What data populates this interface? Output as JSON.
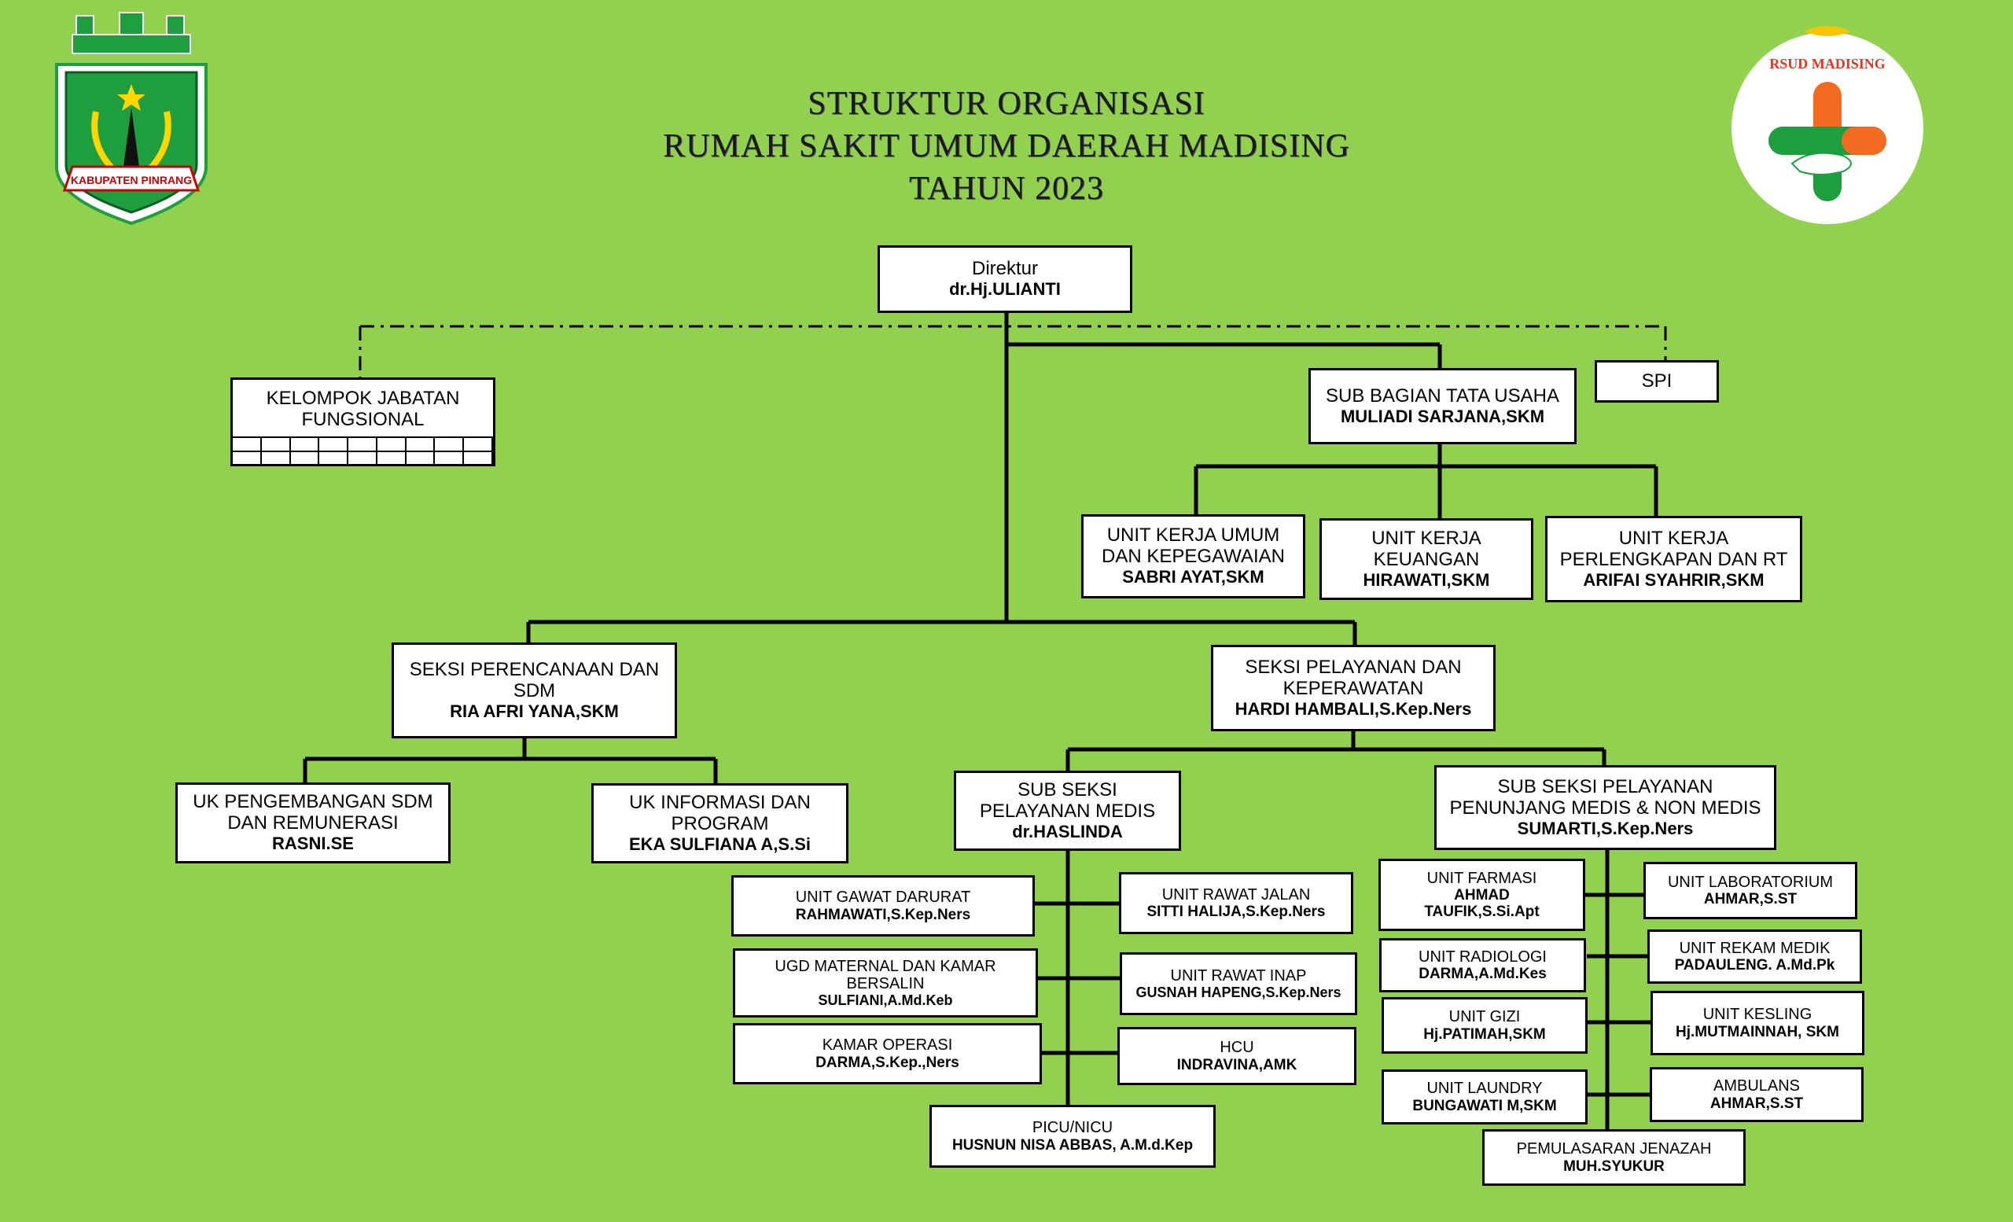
{
  "header": {
    "line1": "STRUKTUR ORGANISASI",
    "line2": "RUMAH SAKIT UMUM  DAERAH MADISING",
    "line3": "TAHUN 2023"
  },
  "logos": {
    "left_banner": "KABUPATEN PINRANG",
    "right_text": "RSUD MADISING"
  },
  "nodes": {
    "direktur": {
      "title": "Direktur",
      "name": "dr.Hj.ULIANTI"
    },
    "kjf": {
      "title": "KELOMPOK JABATAN\nFUNGSIONAL",
      "name": ""
    },
    "tu": {
      "title": "SUB BAGIAN TATA USAHA",
      "name": "MULIADI SARJANA,SKM"
    },
    "spi": {
      "title": "SPI",
      "name": ""
    },
    "uk_umum": {
      "title": "UNIT KERJA UMUM\nDAN KEPEGAWAIAN",
      "name": "SABRI AYAT,SKM"
    },
    "uk_keu": {
      "title": "UNIT KERJA\nKEUANGAN",
      "name": "HIRAWATI,SKM"
    },
    "uk_perl": {
      "title": "UNIT KERJA\nPERLENGKAPAN DAN RT",
      "name": "ARIFAI SYAHRIR,SKM"
    },
    "seksi_ren": {
      "title": "SEKSI PERENCANAAN DAN\nSDM",
      "name": "RIA AFRI YANA,SKM"
    },
    "seksi_pel": {
      "title": "SEKSI PELAYANAN DAN\nKEPERAWATAN",
      "name": "HARDI HAMBALI,S.Kep.Ners"
    },
    "uk_sdm": {
      "title": "UK PENGEMBANGAN SDM\nDAN REMUNERASI",
      "name": "RASNI.SE"
    },
    "uk_info": {
      "title": "UK INFORMASI DAN\nPROGRAM",
      "name": "EKA SULFIANA A,S.Si"
    },
    "sub_medis": {
      "title": "SUB SEKSI\nPELAYANAN MEDIS",
      "name": "dr.HASLINDA"
    },
    "sub_penunjang": {
      "title": "SUB SEKSI PELAYANAN\nPENUNJANG MEDIS & NON MEDIS",
      "name": "SUMARTI,S.Kep.Ners"
    },
    "ugd": {
      "title": "UNIT GAWAT DARURAT",
      "name": "RAHMAWATI,S.Kep.Ners"
    },
    "rawat_jalan": {
      "title": "UNIT RAWAT JALAN",
      "name": "SITTI HALIJA,S.Kep.Ners"
    },
    "ugd_maternal": {
      "title": "UGD MATERNAL DAN KAMAR\nBERSALIN",
      "name": "SULFIANI,A.Md.Keb"
    },
    "rawat_inap": {
      "title": "UNIT RAWAT INAP",
      "name": "GUSNAH HAPENG,S.Kep.Ners"
    },
    "kamar_operasi": {
      "title": "KAMAR OPERASI",
      "name": "DARMA,S.Kep.,Ners"
    },
    "hcu": {
      "title": "HCU",
      "name": "INDRAVINA,AMK"
    },
    "picu": {
      "title": "PICU/NICU",
      "name": "HUSNUN NISA ABBAS, A.M.d.Kep"
    },
    "farmasi": {
      "title": "UNIT FARMASI",
      "name": "AHMAD\nTAUFIK,S.Si.Apt"
    },
    "lab": {
      "title": "UNIT LABORATORIUM",
      "name": "AHMAR,S.ST"
    },
    "radiologi": {
      "title": "UNIT RADIOLOGI",
      "name": "DARMA,A.Md.Kes"
    },
    "rekam_medik": {
      "title": "UNIT REKAM MEDIK",
      "name": "PADAULENG. A.Md.Pk"
    },
    "gizi": {
      "title": "UNIT GIZI",
      "name": "Hj.PATIMAH,SKM"
    },
    "kesling": {
      "title": "UNIT KESLING",
      "name": "Hj.MUTMAINNAH, SKM"
    },
    "laundry": {
      "title": "UNIT LAUNDRY",
      "name": "BUNGAWATI M,SKM"
    },
    "ambulans": {
      "title": "AMBULANS",
      "name": "AHMAR,S.ST"
    },
    "jenazah": {
      "title": "PEMULASARAN JENAZAH",
      "name": "MUH.SYUKUR"
    }
  },
  "colors": {
    "background": "#92d050",
    "box": "#ffffff",
    "line": "#000000",
    "logo_green": "#1e9e3e",
    "logo_orange": "#f26b21"
  }
}
